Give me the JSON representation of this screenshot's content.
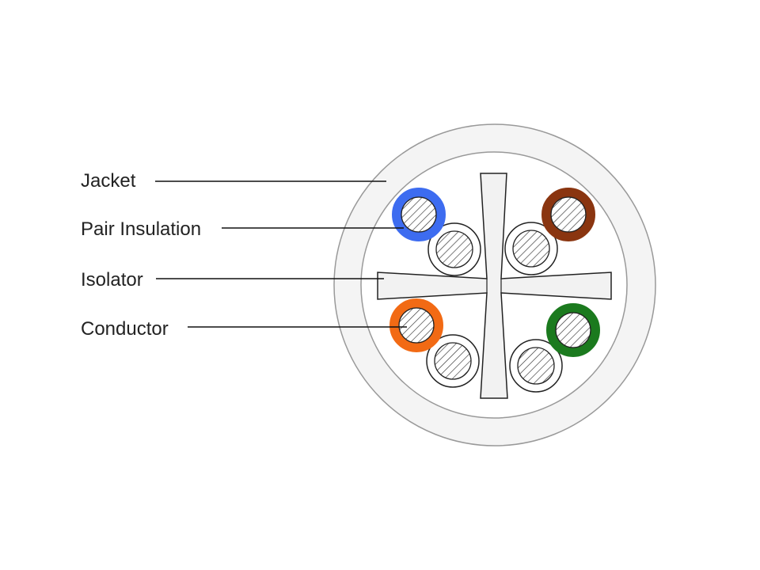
{
  "labels": {
    "jacket": "Jacket",
    "pair_insulation": "Pair Insulation",
    "isolator": "Isolator",
    "conductor": "Conductor"
  },
  "colors": {
    "pair_blue": "#3d6cf0",
    "pair_brown": "#8a3510",
    "pair_orange": "#f26a14",
    "pair_green": "#1b7a1e",
    "jacket_fill": "#f4f4f4",
    "outline": "#999999"
  }
}
